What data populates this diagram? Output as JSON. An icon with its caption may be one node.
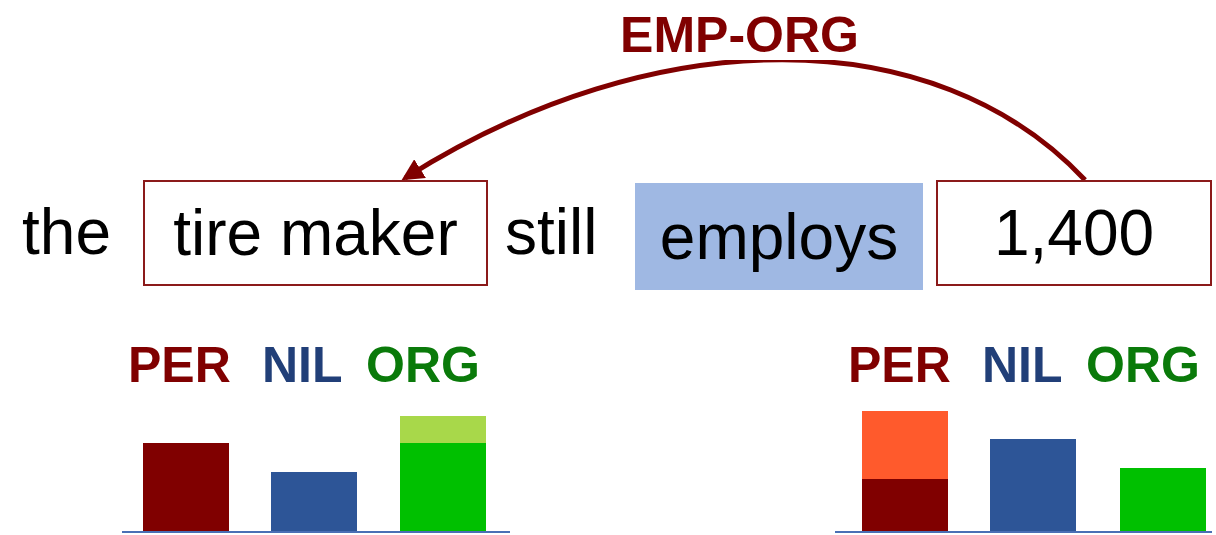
{
  "diagram": {
    "nodes": [
      {
        "text": [
          "tire maker"
        ]
      },
      {
        "text": [
          "employs"
        ]
      },
      {
        "text": [
          "1,400"
        ]
      }
    ],
    "edges": [
      {
        "from": 2,
        "to": 0,
        "arrow": "to",
        "label": "EMP-ORG"
      }
    ],
    "labels": [
      "the",
      "still",
      "PER",
      "NIL",
      "ORG",
      "PER",
      "NIL",
      "ORG"
    ]
  }
}
